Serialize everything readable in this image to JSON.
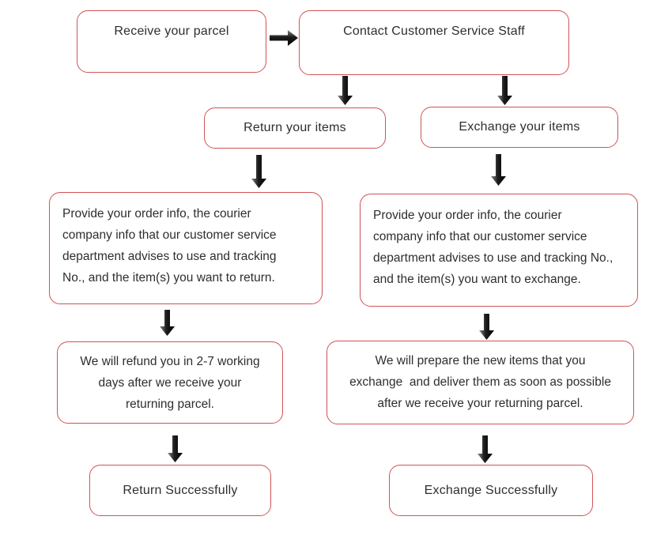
{
  "colors": {
    "box_border": "#d15356",
    "text_color": "#2e2e2e",
    "arrow_color": "#111111",
    "background": "#ffffff"
  },
  "nodes": {
    "receive": {
      "label": "Receive your parcel"
    },
    "contact": {
      "label": "Contact Customer Service Staff"
    },
    "return_items": {
      "label": "Return your items"
    },
    "exchange_items": {
      "label": "Exchange your items"
    },
    "provide_return": {
      "lines": [
        "Provide your order info, the courier",
        "company info that our customer service",
        "department advises to use and tracking",
        "No., and the item(s) you want to return."
      ]
    },
    "provide_exchange": {
      "lines": [
        "Provide your order info, the courier",
        "company info that our customer service",
        "department advises to use and tracking No.,",
        "and the item(s) you want to exchange."
      ]
    },
    "refund": {
      "lines": [
        "We will refund you in 2-7 working",
        "days after we receive your",
        "returning parcel."
      ]
    },
    "prepare": {
      "lines": [
        "We will prepare the new items that you",
        "exchange  and deliver them as soon as possible",
        "after we receive your returning parcel."
      ]
    },
    "return_success": {
      "label": "Return Successfully"
    },
    "exchange_success": {
      "label": "Exchange Successfully"
    }
  }
}
